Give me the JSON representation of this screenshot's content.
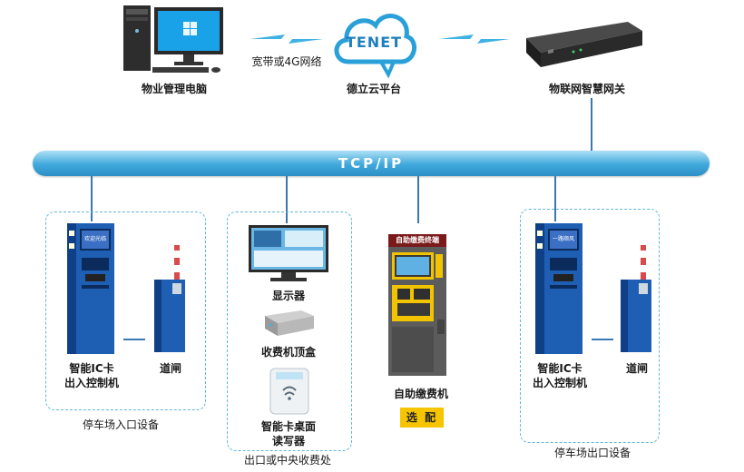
{
  "top": {
    "pc_label": "物业管理电脑",
    "link_label": "宽带或4G网络",
    "cloud_logo": "TENET",
    "cloud_label": "德立云平台",
    "gateway_label": "物联网智慧网关"
  },
  "bus": {
    "label": "TCP/IP"
  },
  "entry": {
    "controller_label_1": "智能IC卡",
    "controller_label_2": "出入控制机",
    "barrier_label": "道闸",
    "caption": "停车场入口设备",
    "controller_screen_text": "欢迎光临"
  },
  "center": {
    "monitor_label": "显示器",
    "box_label": "收费机顶盒",
    "reader_label_1": "智能卡桌面",
    "reader_label_2": "读写器",
    "caption": "出口或中央收费处"
  },
  "kiosk": {
    "header_text": "自助缴费终端",
    "label": "自助缴费机",
    "badge": "选 配"
  },
  "exit": {
    "controller_label_1": "智能IC卡",
    "controller_label_2": "出入控制机",
    "barrier_label": "道闸",
    "caption": "停车场出口设备",
    "controller_screen_text": "一路顺风"
  },
  "colors": {
    "bus": "#3fa8db",
    "device_blue": "#1e5fb4",
    "dashed_border": "#5fb7d8",
    "badge": "#f7c500",
    "kiosk_yellow": "#f2c300"
  }
}
